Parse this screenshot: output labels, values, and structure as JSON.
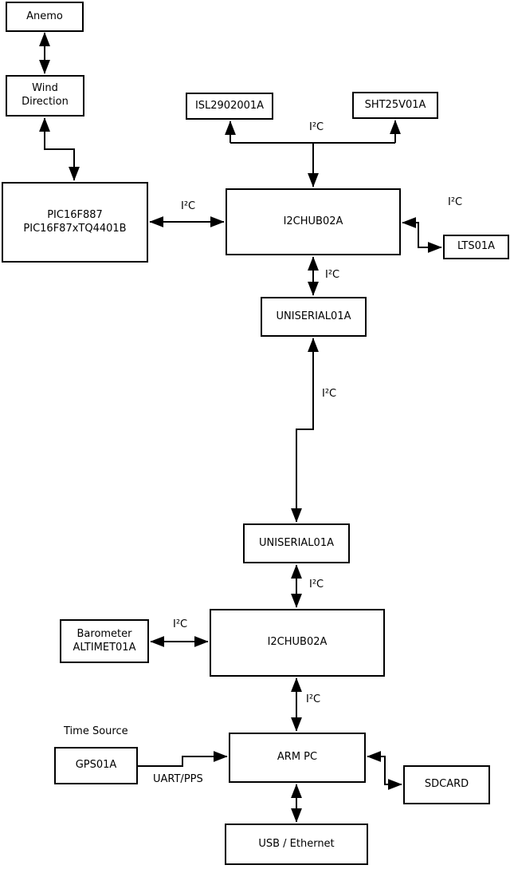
{
  "diagram": {
    "nodes": {
      "anemo": {
        "label": "Anemo"
      },
      "wind": {
        "line1": "Wind",
        "line2": "Direction"
      },
      "pic": {
        "line1": "PIC16F887",
        "line2": "PIC16F87xTQ4401B"
      },
      "isl": {
        "label": "ISL2902001A"
      },
      "sht": {
        "label": "SHT25V01A"
      },
      "i2chub_top": {
        "label": "I2CHUB02A"
      },
      "lts": {
        "label": "LTS01A"
      },
      "uniserial_1": {
        "label": "UNISERIAL01A"
      },
      "uniserial_2": {
        "label": "UNISERIAL01A"
      },
      "i2chub_bottom": {
        "label": "I2CHUB02A"
      },
      "barometer": {
        "line1": "Barometer",
        "line2": "ALTIMET01A"
      },
      "gps": {
        "label": "GPS01A"
      },
      "arm_pc": {
        "label": "ARM PC"
      },
      "sdcard": {
        "label": "SDCARD"
      },
      "usb_ethernet": {
        "label": "USB / Ethernet"
      }
    },
    "edge_labels": {
      "i2c_sensors_top": "I²C",
      "i2c_pic_hub": "I²C",
      "i2c_hub_lts": "I²C",
      "i2c_hub_uniserial": "I²C",
      "i2c_long_link": "I²C",
      "i2c_uniserial_hub2": "I²C",
      "i2c_barometer_hub2": "I²C",
      "i2c_hub2_armpc": "I²C",
      "uart_pps": "UART/PPS",
      "time_source": "Time Source"
    },
    "colors": {
      "line": "#000000",
      "background": "#ffffff",
      "box_border": "#000000"
    }
  }
}
